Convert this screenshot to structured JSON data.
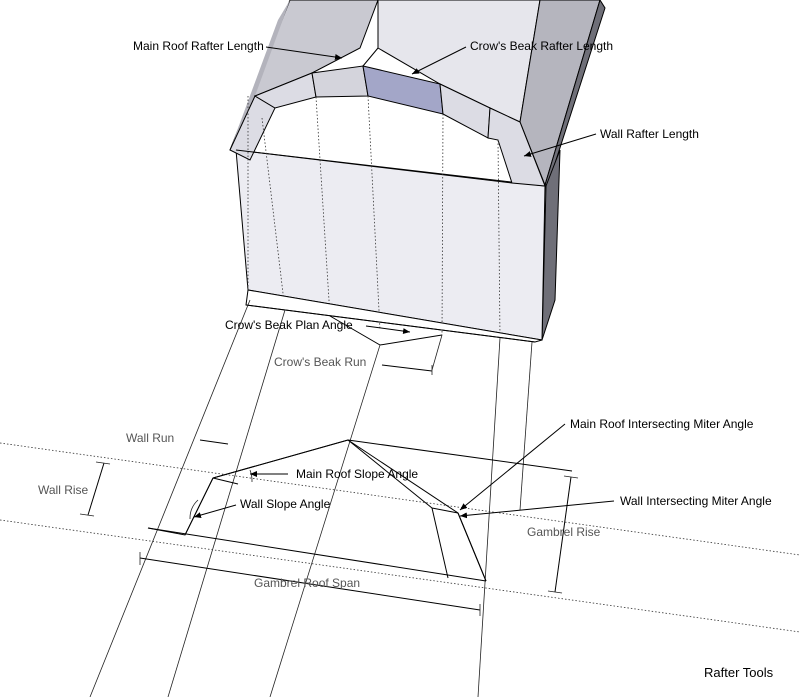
{
  "labels": {
    "main_roof_rafter_length": "Main Roof Rafter Length",
    "crows_beak_rafter_length": "Crow's Beak Rafter Length",
    "wall_rafter_length": "Wall Rafter Length",
    "crows_beak_plan_angle": "Crow's Beak Plan Angle",
    "crows_beak_run": "Crow's Beak Run",
    "wall_run": "Wall Run",
    "main_roof_slope_angle": "Main Roof Slope Angle",
    "main_roof_intersecting_miter_angle": "Main Roof Intersecting Miter Angle",
    "wall_rise": "Wall Rise",
    "wall_slope_angle": "Wall Slope Angle",
    "wall_intersecting_miter_angle": "Wall Intersecting Miter Angle",
    "gambrel_rise": "Gambrel Rise",
    "gambrel_roof_span": "Gambrel Roof Span"
  },
  "brand": "Rafter Tools",
  "colors": {
    "wall_face": "#ececf2",
    "roof_light": "#dcdce4",
    "roof_mid": "#b9b9c2",
    "roof_dark": "#6f6f78",
    "highlight_panel": "#a3a6c8"
  }
}
